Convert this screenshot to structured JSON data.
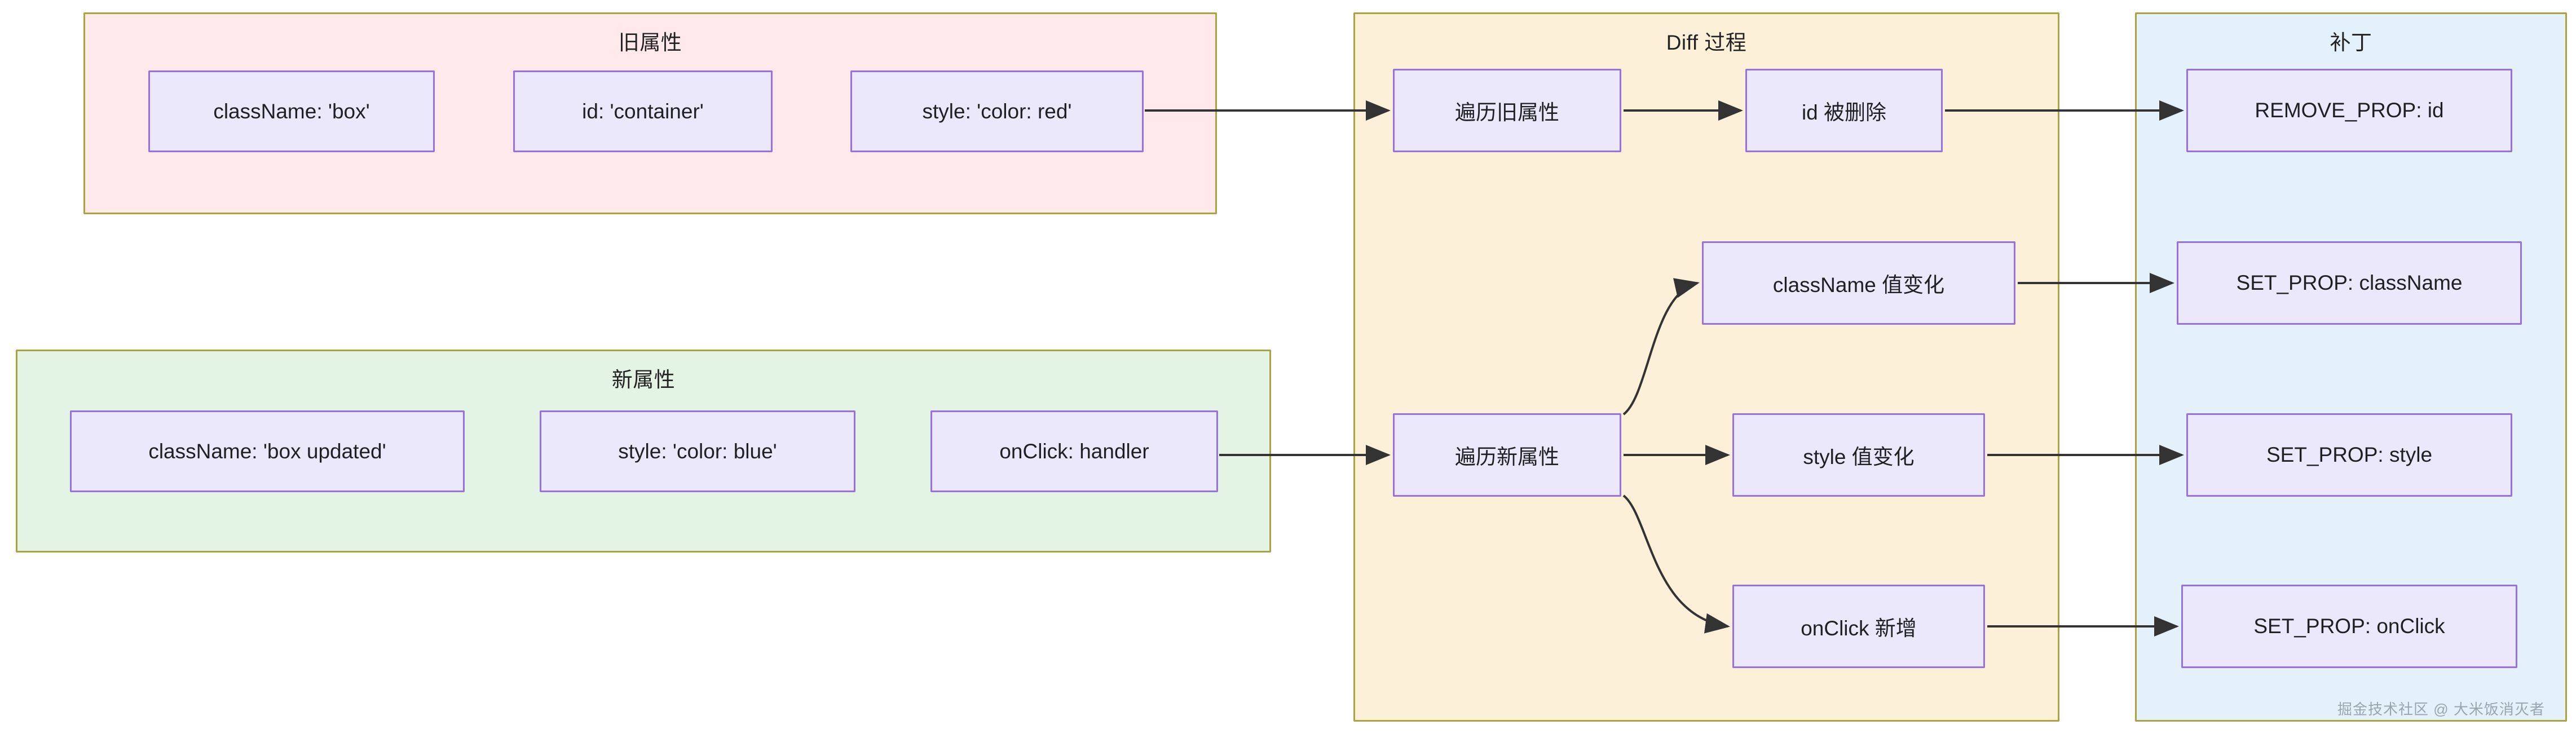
{
  "diagram": {
    "title_old": "旧属性",
    "title_new": "新属性",
    "title_diff": "Diff 过程",
    "title_patch": "补丁",
    "colors": {
      "cluster_border": "#a9a441",
      "node_border": "#9771e0",
      "node_fill": "#ebe8fc",
      "old_fill": "#ffe9ea",
      "new_fill": "#e4f4e4",
      "diff_fill": "#fdf0d8",
      "patch_fill": "#e4f1fb",
      "edge": "#333333",
      "text": "#1f2023",
      "watermark": "#9aa5ae"
    }
  },
  "clusters": [
    {
      "id": "old-props",
      "label": "旧属性"
    },
    {
      "id": "new-props",
      "label": "新属性"
    },
    {
      "id": "diff-process",
      "label": "Diff 过程"
    },
    {
      "id": "patch",
      "label": "补丁"
    }
  ],
  "old_props": [
    {
      "label": "className: 'box'"
    },
    {
      "label": "id: 'container'"
    },
    {
      "label": "style: 'color: red'"
    }
  ],
  "new_props": [
    {
      "label": "className: 'box updated'"
    },
    {
      "label": "style: 'color: blue'"
    },
    {
      "label": "onClick: handler"
    }
  ],
  "diff_nodes": [
    {
      "label": "遍历旧属性"
    },
    {
      "label": "id 被删除"
    },
    {
      "label": "className 值变化"
    },
    {
      "label": "遍历新属性"
    },
    {
      "label": "style 值变化"
    },
    {
      "label": "onClick 新增"
    }
  ],
  "patch_nodes": [
    {
      "label": "REMOVE_PROP: id"
    },
    {
      "label": "SET_PROP: className"
    },
    {
      "label": "SET_PROP: style"
    },
    {
      "label": "SET_PROP: onClick"
    }
  ],
  "watermark": "掘金技术社区 @ 大米饭消灭者"
}
